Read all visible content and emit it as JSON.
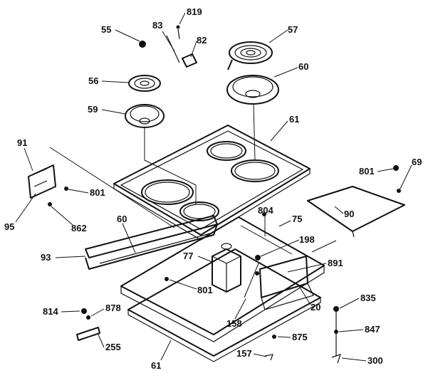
{
  "callouts": {
    "c55": "55",
    "c83": "83",
    "c819": "819",
    "c82": "82",
    "c57": "57",
    "c56": "56",
    "c60a": "60",
    "c59": "59",
    "c61a": "61",
    "c91": "91",
    "c801a": "801",
    "c69": "69",
    "c95": "95",
    "c862": "862",
    "c60b": "60",
    "c804": "804",
    "c75": "75",
    "c90": "90",
    "c93": "93",
    "c77": "77",
    "c198": "198",
    "c891": "891",
    "c801b": "801",
    "c814": "814",
    "c878": "878",
    "c835": "835",
    "c20": "20",
    "c158": "158",
    "c847": "847",
    "c255": "255",
    "c875": "875",
    "c157": "157",
    "c61b": "61",
    "c300": "300"
  }
}
